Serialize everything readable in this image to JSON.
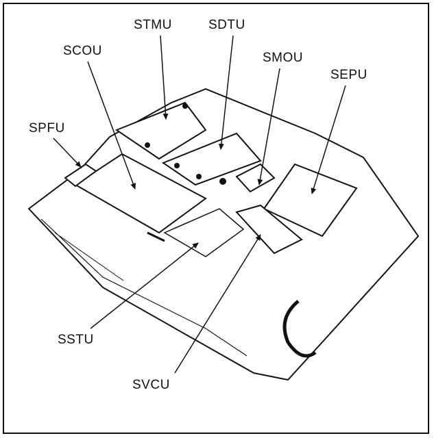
{
  "diagram": {
    "labels": {
      "stmu": "STMU",
      "sdtu": "SDTU",
      "scou": "SCOU",
      "smou": "SMOU",
      "spfu": "SPFU",
      "sepu": "SEPU",
      "sstu": "SSTU",
      "svcu": "SVCU"
    },
    "colors": {
      "ink": "#111111",
      "paper": "#ffffff"
    }
  }
}
